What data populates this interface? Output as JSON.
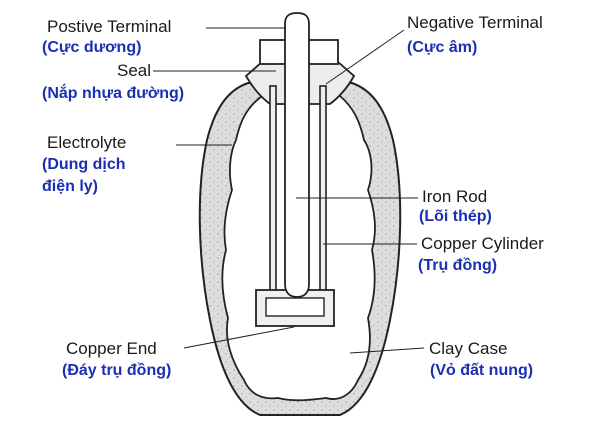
{
  "labels": {
    "positive_terminal": {
      "en": "Postive Terminal",
      "vi": "(Cực dương)"
    },
    "seal": {
      "en": "Seal",
      "vi": "(Nắp nhựa đường)"
    },
    "electrolyte": {
      "en": "Electrolyte",
      "vi_line1": "(Dung dịch",
      "vi_line2": "điện ly)"
    },
    "negative_terminal": {
      "en": "Negative Terminal",
      "vi": "(Cực âm)"
    },
    "iron_rod": {
      "en": "Iron Rod",
      "vi": "(Lõi thép)"
    },
    "copper_cylinder": {
      "en": "Copper Cylinder",
      "vi": "(Trụ đồng)"
    },
    "copper_end": {
      "en": "Copper End",
      "vi": "(Đáy trụ đồng)"
    },
    "clay_case": {
      "en": "Clay Case",
      "vi": "(Vỏ đất nung)"
    }
  },
  "colors": {
    "english_text": "#1a1a1a",
    "vietnamese_text": "#1a2fb4",
    "outline": "#222222",
    "clay": "#dcdcdc"
  }
}
